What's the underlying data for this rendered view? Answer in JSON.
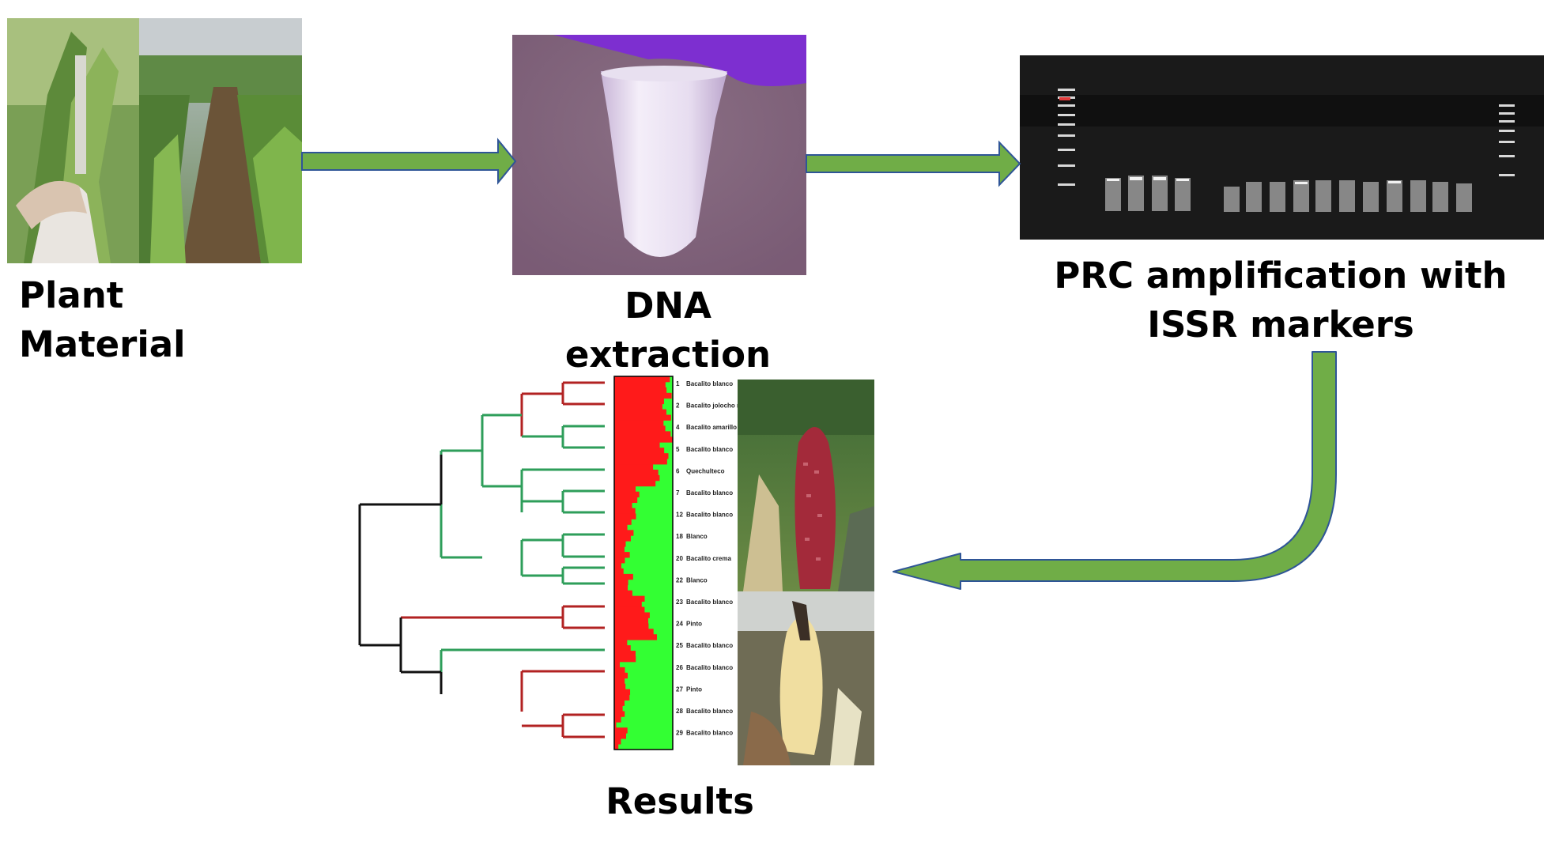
{
  "captions": {
    "plant_material": "Plant Material",
    "dna_extraction": "DNA extraction",
    "pcr_amplification": "PRC amplification with ISSR markers",
    "results": "Results"
  },
  "colors": {
    "arrow_fill": "#70ad47",
    "arrow_stroke": "#3a5a2a",
    "cluster_red": "#b22222",
    "cluster_green": "#2e9e5a",
    "cluster_black": "#111111",
    "structure_red": "#ff1a1a",
    "structure_green": "#33ff33"
  },
  "icons": [
    "plant-photo",
    "microtube-photo",
    "gel-photo",
    "maize-red-cob-photo",
    "maize-white-cob-photo"
  ],
  "results": {
    "tip_labels": [
      {
        "num": "1",
        "name": "Bacalito blanco"
      },
      {
        "num": "2",
        "name": "Bacalito jolocho morado"
      },
      {
        "num": "4",
        "name": "Bacalito amarillo"
      },
      {
        "num": "5",
        "name": "Bacalito blanco"
      },
      {
        "num": "6",
        "name": "Quechulteco"
      },
      {
        "num": "7",
        "name": "Bacalito blanco"
      },
      {
        "num": "12",
        "name": "Bacalito blanco"
      },
      {
        "num": "18",
        "name": "Blanco"
      },
      {
        "num": "20",
        "name": "Bacalito crema"
      },
      {
        "num": "22",
        "name": "Blanco"
      },
      {
        "num": "23",
        "name": "Bacalito blanco"
      },
      {
        "num": "24",
        "name": "Pinto"
      },
      {
        "num": "25",
        "name": "Bacalito blanco"
      },
      {
        "num": "26",
        "name": "Bacalito blanco"
      },
      {
        "num": "27",
        "name": "Pinto"
      },
      {
        "num": "28",
        "name": "Bacalito blanco"
      },
      {
        "num": "29",
        "name": "Bacalito blanco"
      }
    ],
    "structure_red_share": [
      0.95,
      0.9,
      0.92,
      0.85,
      0.7,
      0.35,
      0.3,
      0.25,
      0.2,
      0.3,
      0.55,
      0.65,
      0.3,
      0.15,
      0.2,
      0.1,
      0.15
    ]
  }
}
